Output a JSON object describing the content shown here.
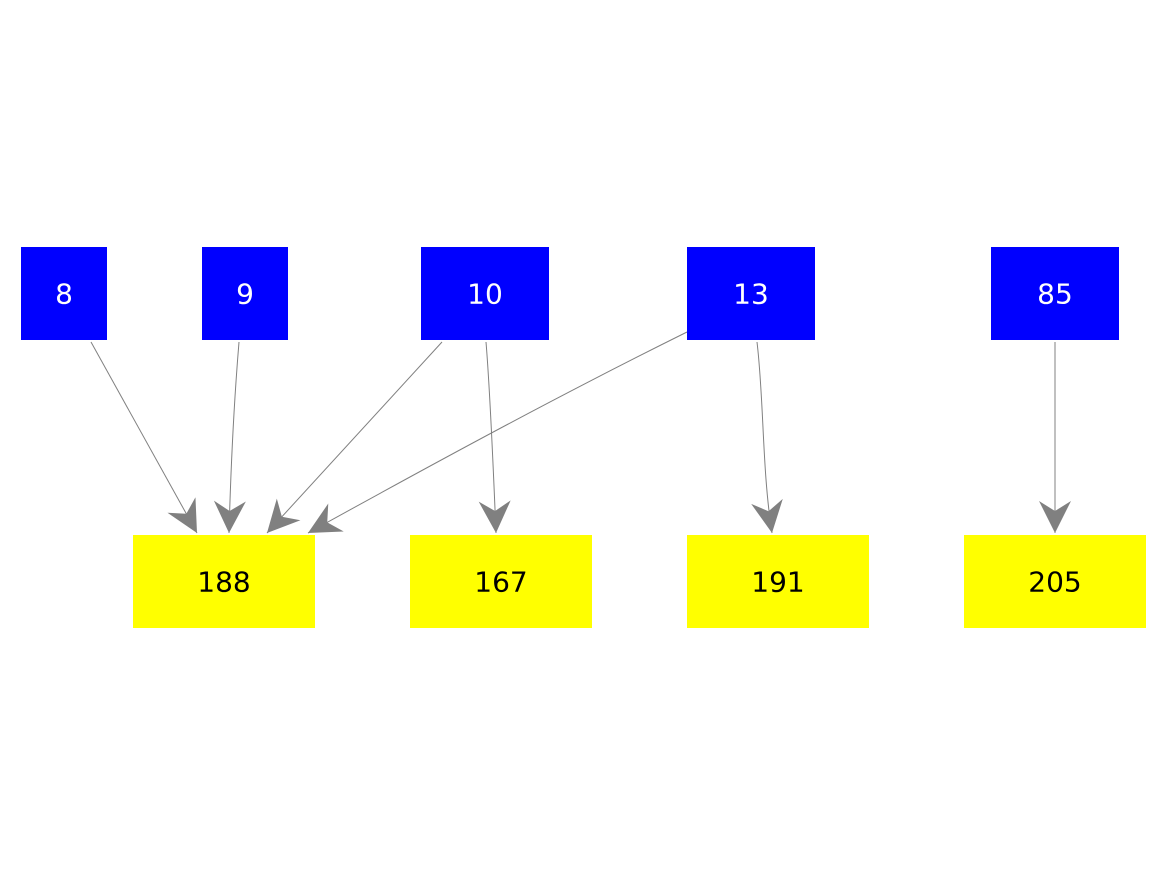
{
  "colors": {
    "source_fill": "#0000ff",
    "source_text": "#ffffff",
    "target_fill": "#ffff00",
    "target_text": "#000000",
    "edge": "#808080",
    "background": "#ffffff"
  },
  "nodes": {
    "source": [
      {
        "id": "s8",
        "label": "8"
      },
      {
        "id": "s9",
        "label": "9"
      },
      {
        "id": "s10",
        "label": "10"
      },
      {
        "id": "s13",
        "label": "13"
      },
      {
        "id": "s85",
        "label": "85"
      }
    ],
    "target": [
      {
        "id": "t188",
        "label": "188"
      },
      {
        "id": "t167",
        "label": "167"
      },
      {
        "id": "t191",
        "label": "191"
      },
      {
        "id": "t205",
        "label": "205"
      }
    ]
  },
  "edges": [
    {
      "from": "8",
      "to": "188"
    },
    {
      "from": "9",
      "to": "188"
    },
    {
      "from": "10",
      "to": "188"
    },
    {
      "from": "10",
      "to": "167"
    },
    {
      "from": "13",
      "to": "188"
    },
    {
      "from": "13",
      "to": "191"
    },
    {
      "from": "85",
      "to": "205"
    }
  ]
}
